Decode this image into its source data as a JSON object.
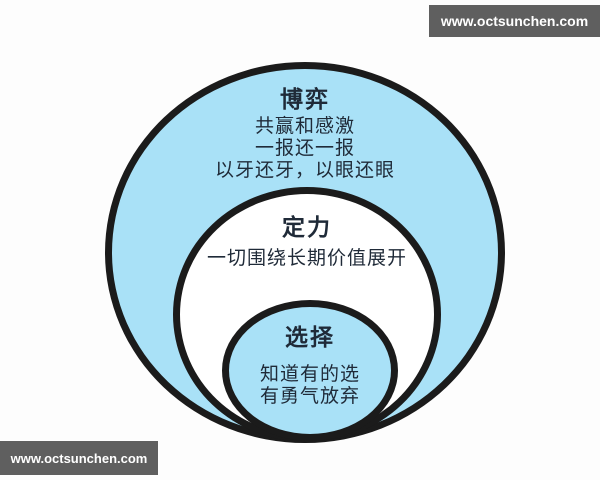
{
  "watermark": {
    "top_text": "www.octsunchen.com",
    "bottom_text": "www.octsunchen.com"
  },
  "diagram": {
    "type": "nested-circles",
    "rings": [
      {
        "id": "game",
        "title": "博弈",
        "lines": [
          "共赢和感激",
          "一报还一报",
          "以牙还牙，以眼还眼"
        ],
        "fill": "#a9e1f7"
      },
      {
        "id": "composure",
        "title": "定力",
        "lines": [
          "一切围绕长期价值展开"
        ],
        "fill": "#ffffff"
      },
      {
        "id": "choice",
        "title": "选择",
        "lines": [
          "知道有的选",
          "有勇气放弃"
        ],
        "fill": "#a9e1f7"
      }
    ],
    "colors": {
      "circle_fill_blue": "#a9e1f7",
      "circle_stroke": "#1b1b1b",
      "text": "#1f2a38",
      "watermark_bg": "#5f5f5f",
      "watermark_text": "#ffffff",
      "background": "#fdfdfd"
    }
  }
}
